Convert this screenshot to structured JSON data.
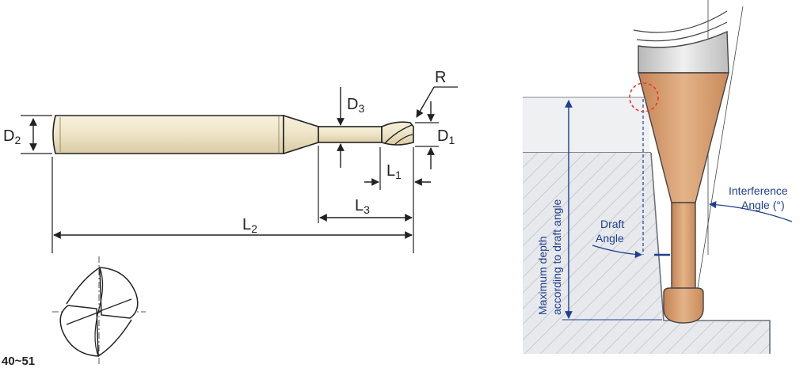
{
  "labels": {
    "r": "R",
    "d1": "D",
    "d1_sub": "1",
    "d2": "D",
    "d2_sub": "2",
    "d3": "D",
    "d3_sub": "3",
    "l1": "L",
    "l1_sub": "1",
    "l2": "L",
    "l2_sub": "2",
    "l3": "L",
    "l3_sub": "3"
  },
  "right": {
    "interference_line1": "Interference",
    "interference_line2": "Angle (°)",
    "draft_line1": "Draft",
    "draft_line2": "Angle",
    "depth_line1": "Maximum depth",
    "depth_line2": "according to draft angle"
  },
  "figure_code": "40~51",
  "colors": {
    "shank": "#efe6c9",
    "cutter_body": "#d9a273",
    "annotation": "#1f3f8f",
    "workpiece": "#e4e6e9"
  }
}
